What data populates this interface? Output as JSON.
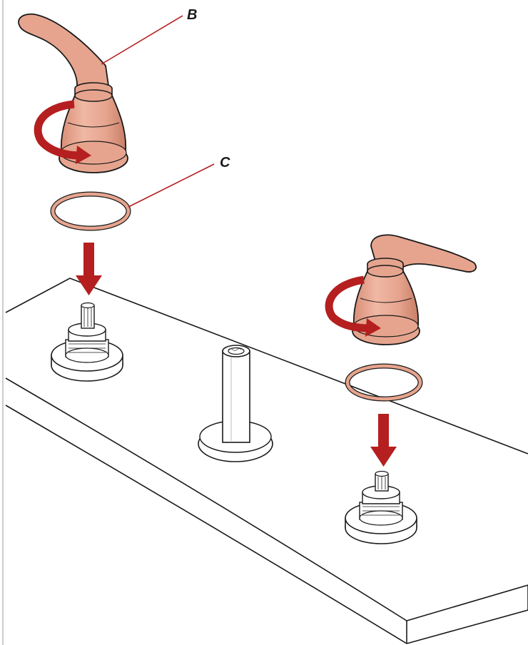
{
  "callouts": {
    "b": "B",
    "c": "C"
  },
  "colors": {
    "part_fill": "#e6a48e",
    "part_shade": "#cf8a72",
    "outline": "#1a1a1a",
    "arrow": "#b51f1f",
    "deck_fill": "#ffffff"
  },
  "parts": [
    "handle-left",
    "handle-right",
    "o-ring-left",
    "o-ring-right",
    "valve-cartridge-left",
    "valve-cartridge-right",
    "spout-tube",
    "faucet-deck"
  ]
}
